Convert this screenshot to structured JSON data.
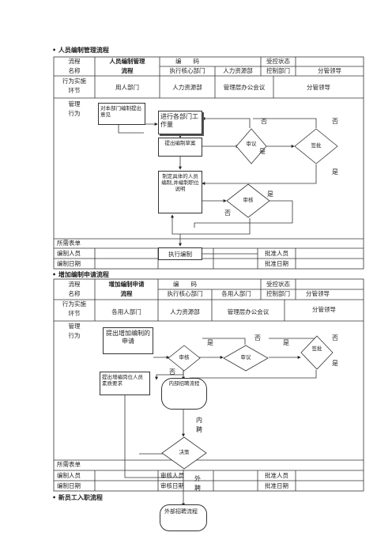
{
  "section1": {
    "title": "• 人员编制管理流程",
    "header": {
      "process_label": "流程",
      "name_label": "名称",
      "process_name_line1": "人员编制管理",
      "process_name_line2": "流程",
      "code_label": "编　　码",
      "control_status_label": "受控状态",
      "col_exec": "执行核心部门",
      "col_hr": "人力资源部",
      "col_control": "控制部门",
      "col_leader": "分管领导"
    },
    "phase_row": {
      "label_line1": "行为实施",
      "label_line2": "环节",
      "col1": "用人部门",
      "col2": "人力资源部",
      "col3": "管理层办公会议",
      "col4": "分管领导"
    },
    "behavior_label_line1": "管理",
    "behavior_label_line2": "行为",
    "flow": {
      "box_dept_opinion": "对本部门编制提出意见",
      "box_dept_work": "进行各部门工作量",
      "box_draft": "提出编制草案",
      "box_plan": "制定具体的人员编制,并编制职位说明",
      "dia_review": "审议",
      "dia_approve": "签批",
      "dia_audit": "审核",
      "lbl_no1": "否",
      "lbl_no2": "否",
      "lbl_yes1": "是",
      "lbl_yes2": "是",
      "lbl_yes3": "是",
      "lbl_no3": "否"
    },
    "footer": {
      "forms_label": "所需表单",
      "maker_label": "编制人员",
      "date_label": "编制日期",
      "exec_box": "执行编制",
      "approver_label": "批准人员",
      "approve_date_label": "批准日期"
    }
  },
  "section2": {
    "title": "• 增加编制申请流程",
    "header": {
      "process_label": "流程",
      "name_label": "名称",
      "process_name_line1": "增加编制申请",
      "process_name_line2": "流程",
      "code_label": "编　　码",
      "control_status_label": "受控状态",
      "col_exec": "执行核心部门",
      "col_user": "各用人部门",
      "col_control": "控制部门",
      "col_leader": "分管领导"
    },
    "phase_row": {
      "label_line1": "行为实施",
      "label_line2": "环节",
      "col1": "各用人部门",
      "col2": "人力资源部",
      "col3": "管理层办公会议",
      "col4": "分管领导"
    },
    "behavior_label_line1": "管理",
    "behavior_label_line2": "行为",
    "flow": {
      "box_apply": "提出增加编制的申请",
      "box_requirement": "提出增编岗位人员素质要求",
      "dia_audit": "审核",
      "dia_review": "审议",
      "dia_approve": "签批",
      "term_internal": "内部招聘流程",
      "lbl_internal": "内聘",
      "dia_decide": "决策",
      "lbl_external": "外聘",
      "lbl_yes1": "是",
      "lbl_no1": "否",
      "lbl_yes2": "是",
      "lbl_no2": "否",
      "lbl_yes3": "是",
      "lbl_no3": "否"
    },
    "footer": {
      "forms_label": "所需表单",
      "maker_label": "编制人员",
      "date_label": "编制日期",
      "audit_person": "审核人员",
      "audit_date": "审核日期",
      "approver_label": "批准人员",
      "approve_date_label": "批准日期"
    }
  },
  "section3": {
    "title": "• 新员工入职流程",
    "term_external": "外部招聘流程"
  }
}
